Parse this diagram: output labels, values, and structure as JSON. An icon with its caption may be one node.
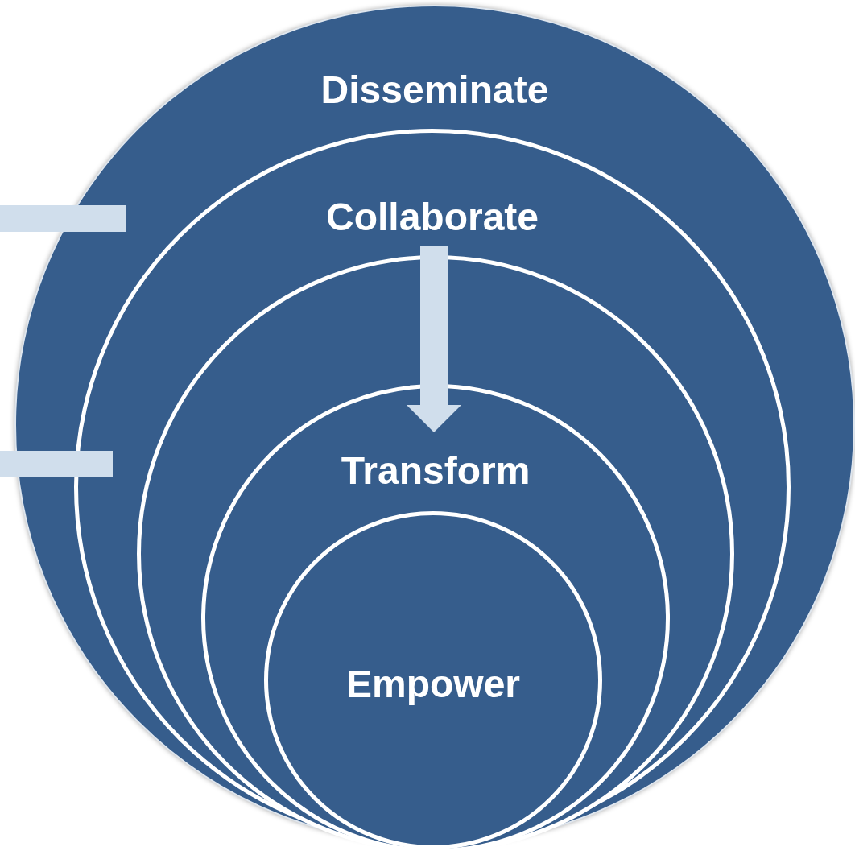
{
  "diagram": {
    "nodes": [
      {
        "text": [
          "Disseminate"
        ]
      },
      {
        "text": [
          "Collaborate"
        ],
        "in": 0
      },
      {
        "text": [],
        "shape": "circle",
        "in": 1
      },
      {
        "text": [
          "Transform"
        ],
        "in": 2
      },
      {
        "text": [
          "Empower"
        ],
        "in": 3
      },
      {
        "text": [],
        "shape": "bar"
      },
      {
        "text": [],
        "shape": "bar"
      }
    ],
    "edges": [
      {
        "from": 2,
        "to": 3,
        "arrow": "to"
      }
    ]
  }
}
